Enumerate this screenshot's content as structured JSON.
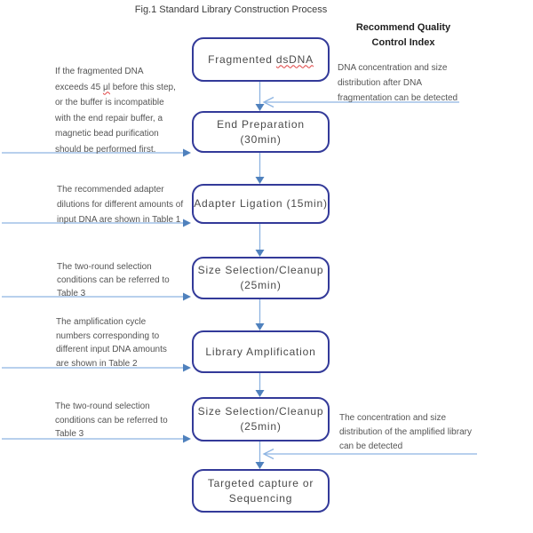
{
  "title": "Fig.1 Standard Library Construction Process",
  "colors": {
    "box_border": "#333a99",
    "flow_line": "#8db4e2",
    "arrowhead": "#4f81bd",
    "box_text": "#4a4a4a",
    "annotation_text": "#545454",
    "spellcheck_underline": "#e04040"
  },
  "flow": {
    "boxes": [
      {
        "name": "fragmented-dsdna",
        "word1": "Fragmented",
        "word2": "dsDNA"
      },
      {
        "name": "end-preparation",
        "line1": "End Preparation",
        "line2": "(30min)"
      },
      {
        "name": "adapter-ligation",
        "line1": "Adapter Ligation (15min)"
      },
      {
        "name": "size-selection-cleanup-1",
        "line1": "Size Selection/Cleanup",
        "line2": "(25min)"
      },
      {
        "name": "library-amplification",
        "line1": "Library Amplification"
      },
      {
        "name": "size-selection-cleanup-2",
        "line1": "Size Selection/Cleanup",
        "line2": "(25min)"
      },
      {
        "name": "targeted-capture-sequencing",
        "line1": "Targeted capture or",
        "line2": "Sequencing"
      }
    ]
  },
  "left_annotations": [
    {
      "line1": "If the fragmented DNA",
      "line2_pre": "exceeds 45",
      "line2_unit": "μl",
      "line2_post": "before this step,",
      "line3": "or the buffer is incompatible",
      "line4": "with the end repair buffer, a",
      "line5": "magnetic bead purification",
      "line6": "should be performed first."
    },
    {
      "line1": "The recommended adapter",
      "line2": "dilutions for different amounts of",
      "line3": "input DNA are shown in Table 1"
    },
    {
      "line1": "The two-round selection",
      "line2": "conditions can be referred to",
      "line3": "Table 3"
    },
    {
      "line1": "The amplification cycle",
      "line2": "numbers corresponding to",
      "line3": "different input DNA amounts",
      "line4": "are shown in Table 2"
    },
    {
      "line1": "The two-round selection",
      "line2": "conditions can be referred to",
      "line3": "Table 3"
    }
  ],
  "right_panel": {
    "header_line1": "Recommend Quality",
    "header_line2": "Control Index",
    "note1": {
      "line1": "DNA concentration and size",
      "line2": "distribution after DNA",
      "line3": "fragmentation can be detected"
    },
    "note2": {
      "line1": "The concentration and size",
      "line2": "distribution of the amplified library",
      "line3": "can be detected"
    }
  }
}
